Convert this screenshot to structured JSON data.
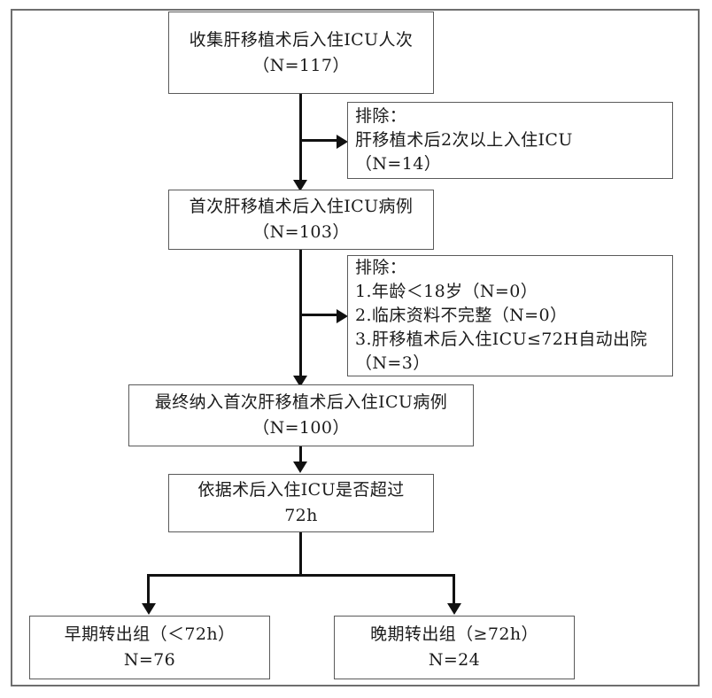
{
  "figure": {
    "kind": "study-flowchart",
    "colors": {
      "frame_border": "#6e6e6e",
      "node_border": "#5a5a5a",
      "connector": "#111111",
      "text": "#1b1b1b",
      "background": "#ffffff"
    }
  },
  "nodes": {
    "collect": {
      "line1": "收集肝移植术后入住ICU人次",
      "line2": "（N=117）"
    },
    "exclude1": {
      "line1": "排除：",
      "line2": "肝移植术后2次以上入住ICU",
      "line3": "（N=14）"
    },
    "first_admission": {
      "line1": "首次肝移植术后入住ICU病例",
      "line2": "（N=103）"
    },
    "exclude2": {
      "line1": "排除：",
      "line2": "1.年龄＜18岁（N=0）",
      "line3": "2.临床资料不完整（N=0）",
      "line4": "3.肝移植术后入住ICU≤72H自动出院（N=3）"
    },
    "final_included": {
      "line1": "最终纳入首次肝移植术后入住ICU病例",
      "line2": "（N=100）"
    },
    "decision": {
      "line1": "依据术后入住ICU是否超过",
      "line2": "72h"
    },
    "early_group": {
      "line1": "早期转出组（＜72h）",
      "line2": "N=76"
    },
    "late_group": {
      "line1": "晚期转出组（≥72h）",
      "line2": "N=24"
    }
  }
}
